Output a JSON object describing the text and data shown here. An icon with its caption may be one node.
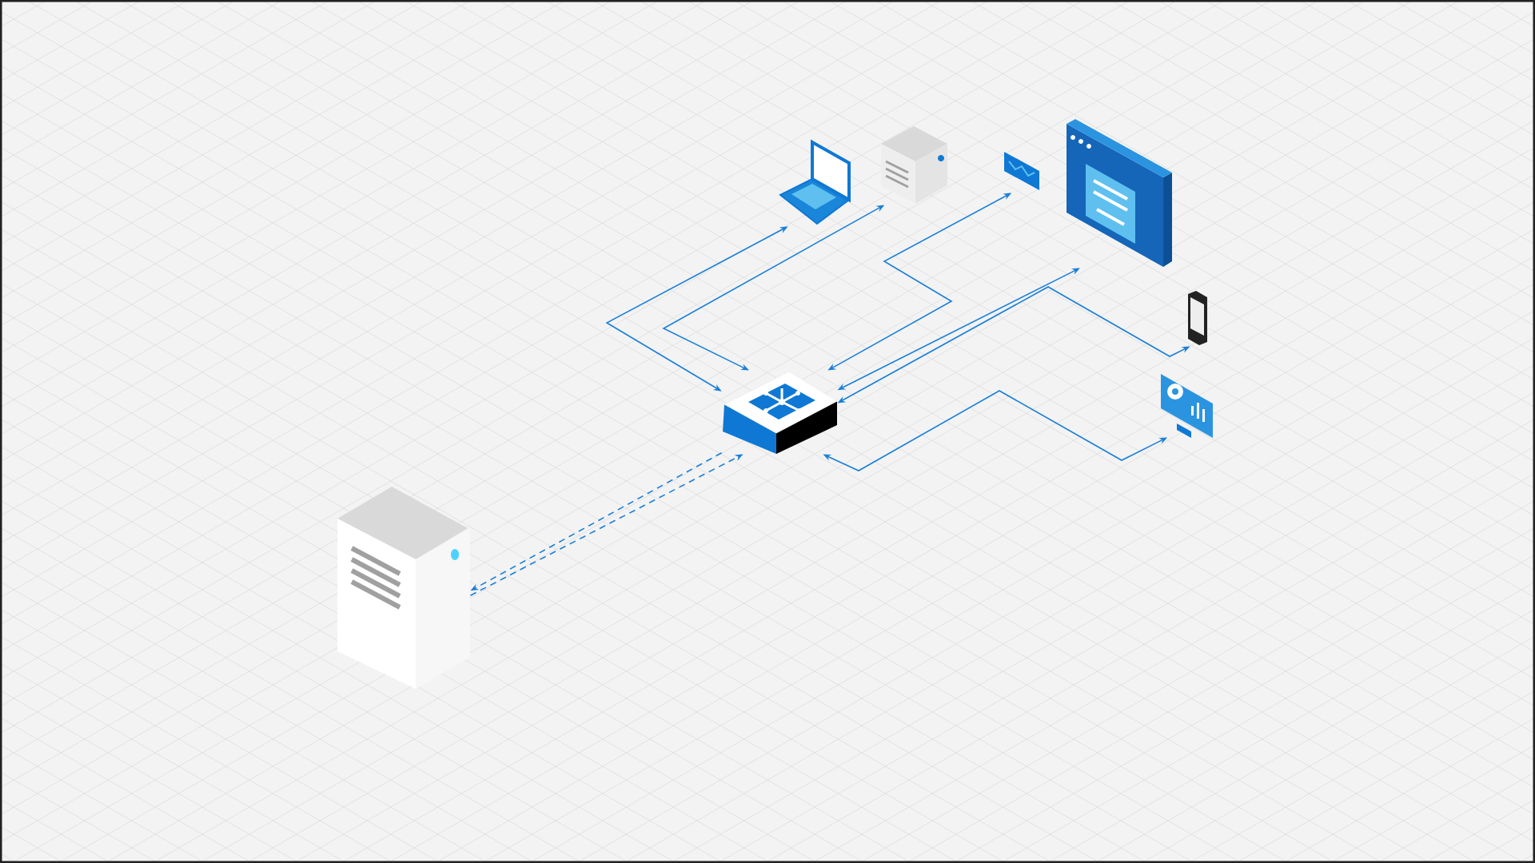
{
  "diagram": {
    "nodes": [
      {
        "text": [],
        "shape": "picture"
      },
      {
        "text": [],
        "shape": "picture"
      },
      {
        "text": [],
        "shape": "picture"
      },
      {
        "text": [],
        "shape": "picture"
      },
      {
        "text": [],
        "shape": "picture"
      },
      {
        "text": [],
        "shape": "picture"
      },
      {
        "text": [],
        "shape": "picture"
      },
      {
        "text": [],
        "shape": "picture"
      }
    ],
    "edges": [
      {
        "from": 6,
        "to": 0,
        "arrow": "both"
      },
      {
        "from": 6,
        "to": 1,
        "arrow": "both"
      },
      {
        "from": 6,
        "to": 2,
        "arrow": "both"
      },
      {
        "from": 6,
        "to": 3,
        "arrow": "both"
      },
      {
        "from": 6,
        "to": 4,
        "arrow": "both"
      },
      {
        "from": 6,
        "to": 5,
        "arrow": "both"
      },
      {
        "from": 6,
        "to": 7,
        "arrow": "to",
        "style": "dashed"
      },
      {
        "from": 7,
        "to": 6,
        "arrow": "to",
        "style": "dashed"
      }
    ]
  }
}
